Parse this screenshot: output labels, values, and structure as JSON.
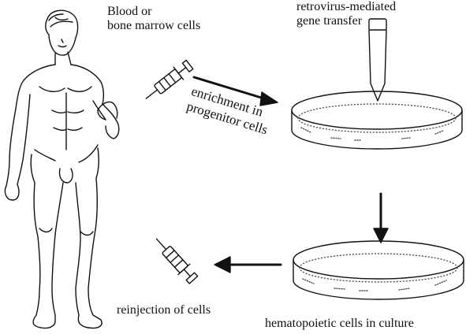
{
  "labels": {
    "source_line1": "Blood or",
    "source_line2": "bone marrow cells",
    "transfer_line1": "retrovirus-mediated",
    "transfer_line2": "gene transfer",
    "enrich_line1": "enrichment in",
    "enrich_line2": "progenitor cells",
    "reinjection": "reinjection of cells",
    "culture": "hematopoietic cells in culture"
  },
  "colors": {
    "ink": "#111111",
    "stipple": "#444444"
  }
}
